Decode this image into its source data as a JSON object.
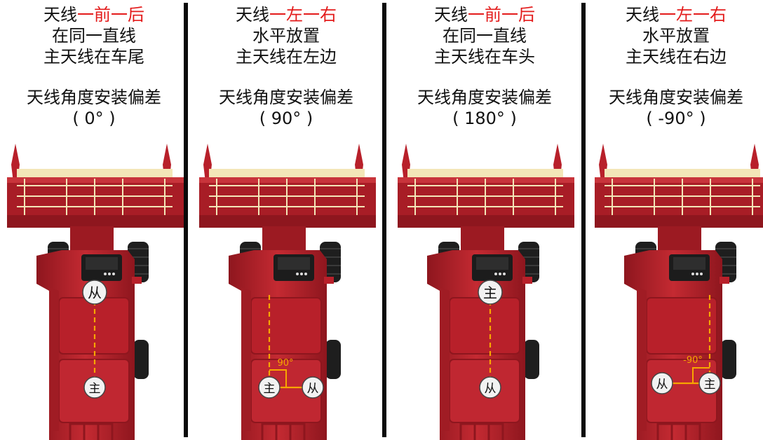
{
  "colors": {
    "body": "#b8202a",
    "body_dark": "#8e161e",
    "body_light": "#d4434a",
    "accent": "#e31b1b",
    "reel": "#f3e6b8",
    "baseline": "#f7a600",
    "angle_label": "#f7a600"
  },
  "panels": [
    {
      "title_prefix": "天线",
      "title_highlight": "一前一后",
      "line2": "在同一直线",
      "line3": "主天线在车尾",
      "offset_title": "天线角度安装偏差",
      "offset_value": "(  0° )",
      "front_antenna": "从",
      "rear_antenna": "主",
      "layout": "inline"
    },
    {
      "title_prefix": "天线",
      "title_highlight": "一左一右",
      "line2": "水平放置",
      "line3": "主天线在左边",
      "offset_title": "天线角度安装偏差",
      "offset_value": "(  90° )",
      "left_antenna": "主",
      "right_antenna": "从",
      "angle_label": "90°",
      "layout": "side"
    },
    {
      "title_prefix": "天线",
      "title_highlight": "一前一后",
      "line2": "在同一直线",
      "line3": "主天线在车头",
      "offset_title": "天线角度安装偏差",
      "offset_value": "(  180° )",
      "front_antenna": "主",
      "rear_antenna": "从",
      "layout": "inline"
    },
    {
      "title_prefix": "天线",
      "title_highlight": "一左一右",
      "line2": "水平放置",
      "line3": "主天线在右边",
      "offset_title": "天线角度安装偏差",
      "offset_value": "( -90° )",
      "left_antenna": "从",
      "right_antenna": "主",
      "angle_label": "-90°",
      "layout": "side"
    }
  ]
}
